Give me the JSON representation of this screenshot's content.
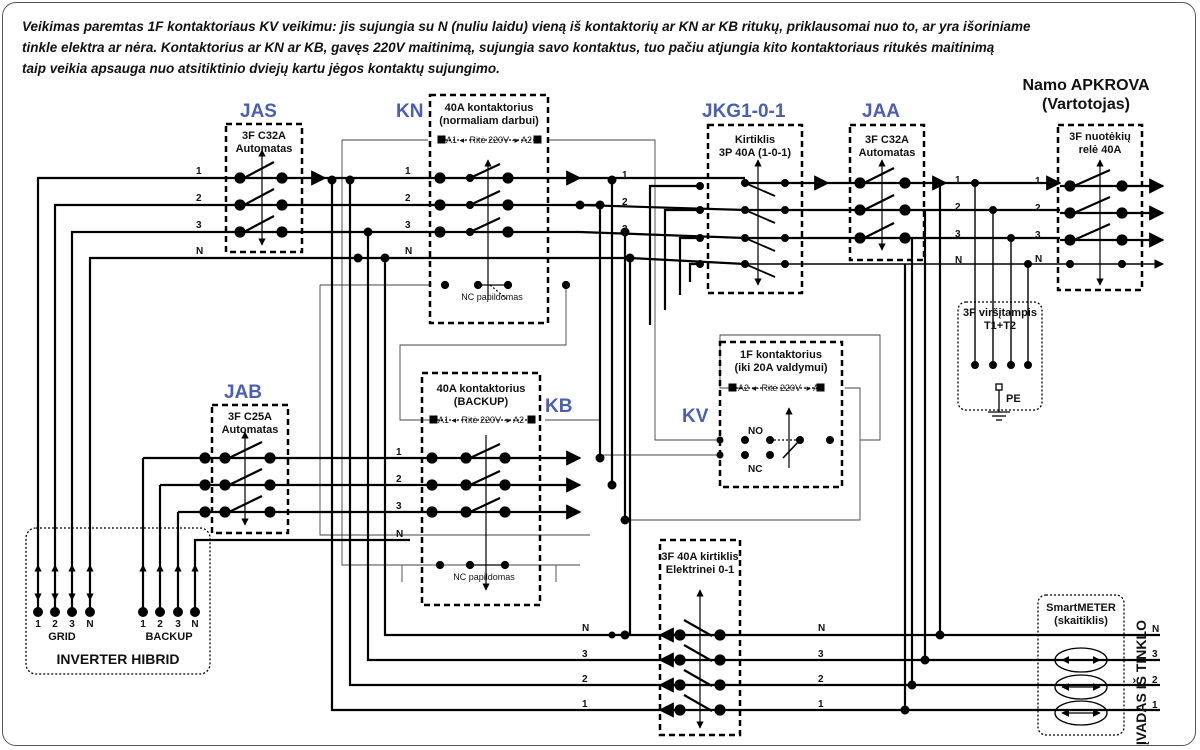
{
  "description": [
    "Veikimas paremtas 1F kontaktoriaus KV veikimu: jis sujungia su N (nuliu laidu) vieną iš kontaktorių ar KN ar KB ritukų, priklausomai nuo to, ar yra išoriniame",
    "tinkle elektra ar nėra. Kontaktorius ar KN ar KB, gavęs 220V maitinimą, sujungia savo kontaktus, tuo pačiu atjungia kito kontaktoriaus ritukės maitinimą",
    "taip veikia apsauga nuo atsitiktinio dviejų kartu jėgos kontaktų sujungimo."
  ],
  "load": {
    "title": "Namo APKROVA",
    "subtitle": "(Vartotojas)"
  },
  "jas": {
    "tag": "JAS",
    "line1": "3F C32A",
    "line2": "Automatas"
  },
  "kn": {
    "tag": "KN",
    "line1": "40A kontaktorius",
    "line2": "(normaliam darbui)",
    "coil": "A1 ◂- Ritė 220V -▸ A2",
    "nc": "NC papildomas"
  },
  "jkg": {
    "tag": "JKG1-0-1",
    "line1": "Kirtiklis",
    "line2": "3P 40A  (1-0-1)"
  },
  "jaa": {
    "tag": "JAA",
    "line1": "3F C32A",
    "line2": "Automatas"
  },
  "rcd": {
    "line1": "3F nuotėkių",
    "line2": "relė 40A"
  },
  "spd": {
    "label": "3F viršįtampis",
    "sub": "T1+T2",
    "pe": "PE"
  },
  "jab": {
    "tag": "JAB",
    "line1": "3F C25A",
    "line2": "Automatas"
  },
  "kb": {
    "tag": "KB",
    "line1": "40A kontaktorius",
    "line2": "(BACKUP)",
    "coil": "A1 ◂- Ritė 220V -▸ A2",
    "nc": "NC papildomas"
  },
  "kv": {
    "tag": "KV",
    "line1": "1F kontaktorius",
    "line2": "(iki 20A valdymui)",
    "coil": "A2 ◂- Ritė 220V -▸ A1",
    "no": "NO",
    "nc": "NC"
  },
  "sw": {
    "line1": "3F 40A  kirtiklis",
    "line2": "Elektrinei 0-1"
  },
  "meter": {
    "line1": "SmartMETER",
    "line2": "(skaitiklis)"
  },
  "grid_in": {
    "label": "ĮVADAS IŠ TINKLO"
  },
  "inverter": {
    "title": "INVERTER HIBRID",
    "grid": "GRID",
    "backup": "BACKUP",
    "grid_terms": [
      "1",
      "2",
      "3",
      "N"
    ],
    "backup_terms": [
      "1",
      "2",
      "3",
      "N"
    ]
  },
  "phases": [
    "1",
    "2",
    "3",
    "N"
  ]
}
